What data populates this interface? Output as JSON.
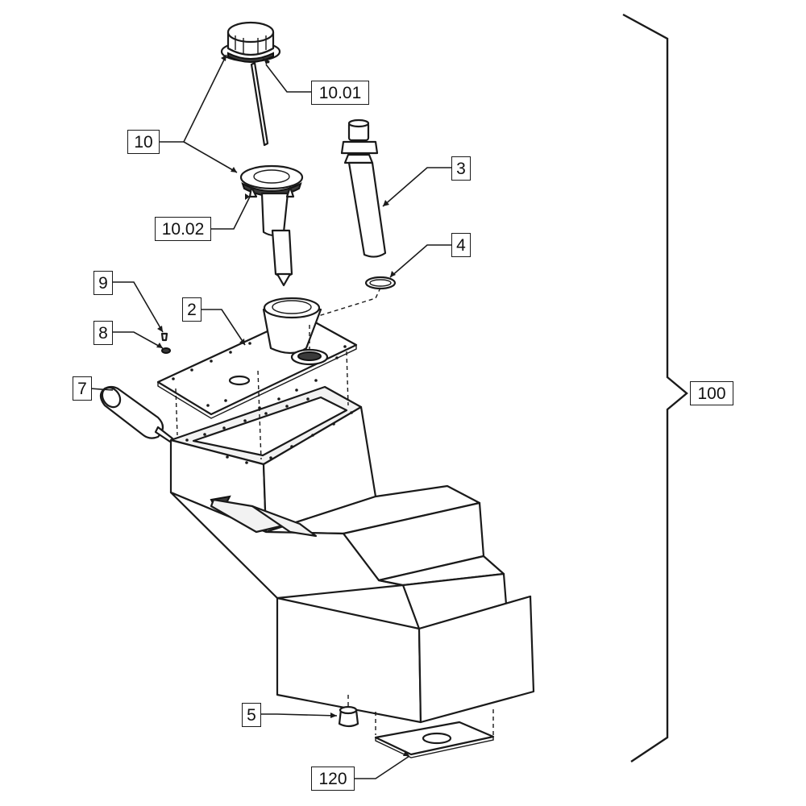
{
  "callouts": {
    "c10_01": "10.01",
    "c10": "10",
    "c10_02": "10.02",
    "c3": "3",
    "c4": "4",
    "c9": "9",
    "c8": "8",
    "c2": "2",
    "c7": "7",
    "c100": "100",
    "c5": "5",
    "c120": "120"
  },
  "colors": {
    "line": "#1a1a1a",
    "background": "#ffffff"
  }
}
